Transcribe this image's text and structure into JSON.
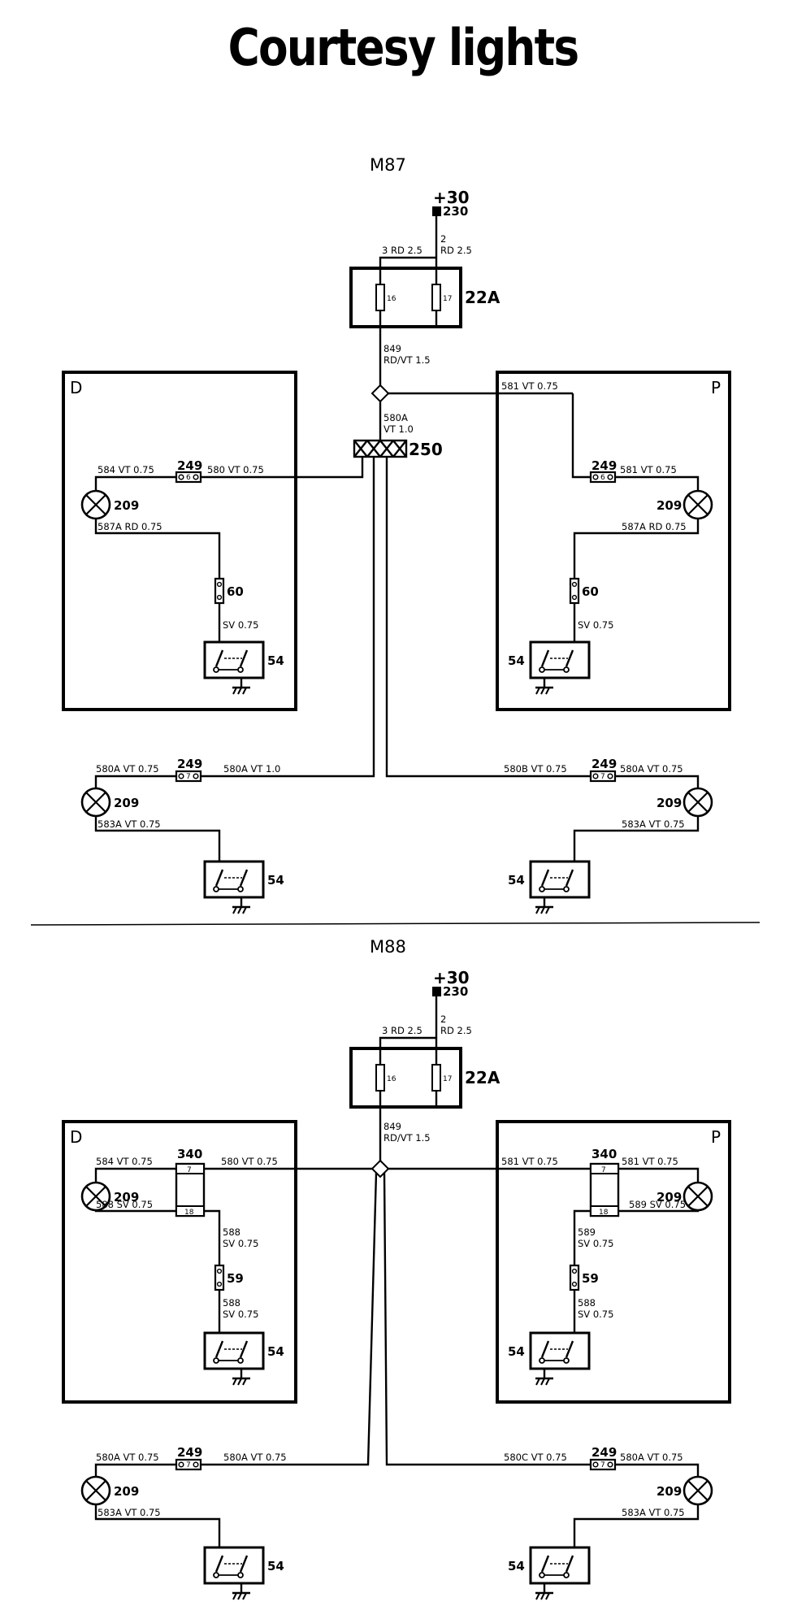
{
  "title": "Courtesy lights",
  "m87": {
    "section": "M87",
    "supply": "+30",
    "supply_comp": "230",
    "w_3": "3  RD  2.5",
    "w_2a": "2",
    "w_2b": "RD  2.5",
    "fuse_a": "16",
    "fuse_b": "17",
    "fusebox": "22A",
    "w_849a": "849",
    "w_849b": "RD/VT  1.5",
    "w_580a": "580A",
    "w_580b": "VT  1.0",
    "splice": "250",
    "d_label": "D",
    "p_label": "P",
    "d_w584": "584  VT  0.75",
    "d_conn": "249",
    "d_conn_pins": "6",
    "d_w580": "580  VT  0.75",
    "d_lamp": "209",
    "d_w587": "587A  RD  0.75",
    "d_comp60": "60",
    "d_wsv": "SV  0.75",
    "d_switch": "54",
    "p_w581top": "581  VT  0.75",
    "p_conn": "249",
    "p_conn_pins": "6",
    "p_w581": "581  VT  0.75",
    "p_lamp": "209",
    "p_w587": "587A  RD  0.75",
    "p_comp60": "60",
    "p_wsv": "SV  0.75",
    "p_switch": "54",
    "rl_w580a": "580A  VT  0.75",
    "rl_conn": "249",
    "rl_conn_pins": "7",
    "rl_w580a2": "580A  VT  1.0",
    "rl_lamp": "209",
    "rl_w583": "583A  VT  0.75",
    "rl_switch": "54",
    "rr_w580b": "580B  VT  0.75",
    "rr_conn": "249",
    "rr_conn_pins": "7",
    "rr_w580a": "580A  VT  0.75",
    "rr_lamp": "209",
    "rr_w583": "583A  VT  0.75",
    "rr_switch": "54"
  },
  "m88": {
    "section": "M88",
    "supply": "+30",
    "supply_comp": "230",
    "w_3": "3  RD  2.5",
    "w_2a": "2",
    "w_2b": "RD  2.5",
    "fuse_a": "16",
    "fuse_b": "17",
    "fusebox": "22A",
    "w_849a": "849",
    "w_849b": "RD/VT  1.5",
    "d_label": "D",
    "p_label": "P",
    "d_w584": "584  VT  0.75",
    "d_conn": "340",
    "d_pin7": "7",
    "d_pin18": "18",
    "d_w580": "580  VT  0.75",
    "d_lamp": "209",
    "d_w588": "588  SV  0.75",
    "d_w588b1": "588",
    "d_w588b2": "SV  0.75",
    "d_comp59": "59",
    "d_w588c1": "588",
    "d_w588c2": "SV  0.75",
    "d_switch": "54",
    "p_w581top": "581  VT  0.75",
    "p_conn": "340",
    "p_pin7": "7",
    "p_pin18": "18",
    "p_w581": "581  VT  0.75",
    "p_lamp": "209",
    "p_w589": "589  SV  0.75",
    "p_w589b1": "589",
    "p_w589b2": "SV  0.75",
    "p_comp59": "59",
    "p_w588c1": "588",
    "p_w588c2": "SV  0.75",
    "p_switch": "54",
    "rl_w580a": "580A  VT  0.75",
    "rl_conn": "249",
    "rl_conn_pins": "7",
    "rl_w580a2": "580A  VT  0.75",
    "rl_lamp": "209",
    "rl_w583": "583A  VT  0.75",
    "rl_switch": "54",
    "rr_w580c": "580C  VT  0.75",
    "rr_conn": "249",
    "rr_conn_pins": "7",
    "rr_w580a": "580A  VT  0.75",
    "rr_lamp": "209",
    "rr_w583": "583A  VT  0.75",
    "rr_switch": "54"
  }
}
